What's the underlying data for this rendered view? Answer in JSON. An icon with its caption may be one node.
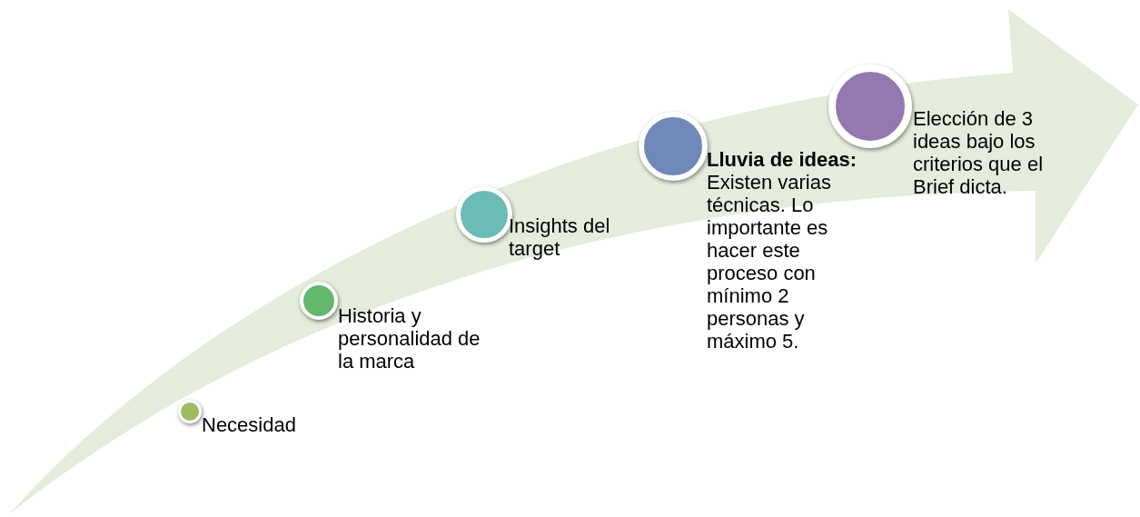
{
  "diagram": {
    "nodes": [
      {
        "text": [],
        "shape": "circle",
        "beside": [
          "Necesidad"
        ]
      },
      {
        "text": [],
        "shape": "circle",
        "beside": [
          "Historia y personalidad de la marca"
        ]
      },
      {
        "text": [],
        "shape": "circle",
        "beside": [
          "Insights del target"
        ]
      },
      {
        "text": [],
        "shape": "circle",
        "beside": [
          "**Lluvia de ideas:** Existen varias técnicas. Lo importante es hacer este proceso con mínimo 2 personas y máximo 5."
        ]
      },
      {
        "text": [],
        "shape": "circle",
        "beside": [
          "Elección de 3 ideas bajo los criterios que el Brief dicta."
        ]
      }
    ]
  }
}
